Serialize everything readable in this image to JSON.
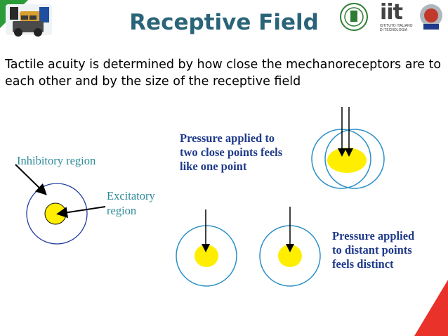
{
  "slide": {
    "title": "Receptive Field",
    "body": "Tactile acuity is determined by how close the mechanoreceptors are to each other and by the size of the receptive field"
  },
  "diagram": {
    "inhibitory_label": "Inhibitory region",
    "excitatory_label_1": "Excitatory",
    "excitatory_label_2": "region",
    "close_caption": [
      "Pressure applied to",
      "two close points feels",
      "like one point"
    ],
    "distant_caption": [
      "Pressure applied",
      "to distant points",
      "feels distinct"
    ]
  },
  "logos": {
    "iit_text": "iit",
    "iit_sub_1": "ISTITUTO ITALIANO",
    "iit_sub_2": "DI TECNOLOGIA"
  },
  "colors": {
    "title": "#2a6478",
    "excitatory_fill": "#ffee00",
    "inhibitory_stroke": "#1e3a9e",
    "ring_stroke": "#2b8fc9",
    "corner_green": "#2c9b3a",
    "corner_red": "#e8322a"
  }
}
